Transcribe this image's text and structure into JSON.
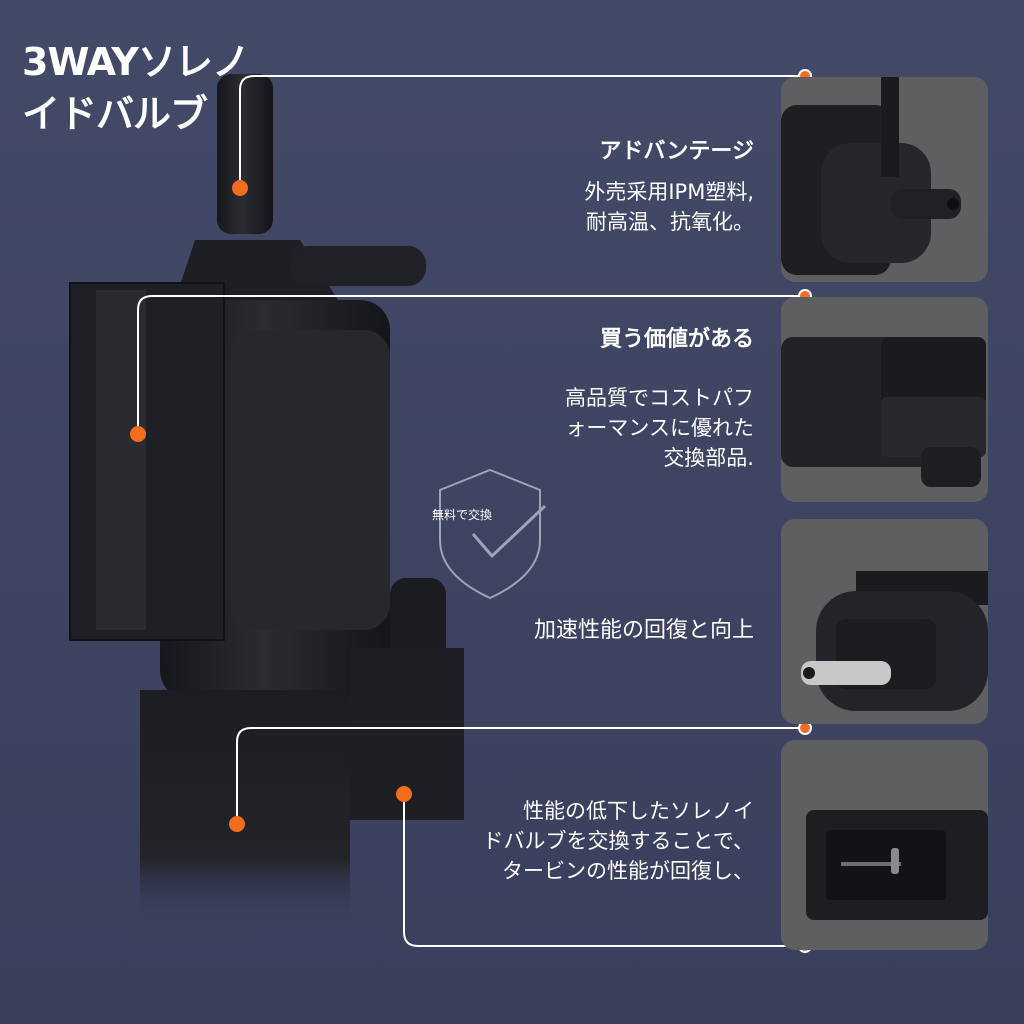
{
  "title": {
    "line1": "3WAYソレノ",
    "line2": "イドバルブ"
  },
  "features": [
    {
      "heading": "アドバンテージ",
      "lines": [
        "外売采用IPM塑料,",
        "耐高温、抗氧化。"
      ]
    },
    {
      "heading": "買う価値がある",
      "lines": [
        "高品質でコストパフ",
        "ォーマンスに優れた",
        "交換部品."
      ]
    },
    {
      "heading": "加速性能の回復と向上",
      "lines": []
    },
    {
      "heading": "",
      "lines": [
        "性能の低下したソレノイ",
        "ドバルブを交換することで、",
        "タービンの性能が回復し、"
      ]
    }
  ],
  "badge": {
    "label": "無料で交換",
    "icon": "shield-check-icon"
  },
  "colors": {
    "background": "#3e4462",
    "accent_dot": "#f26d1d",
    "panel": "#5d5d5f",
    "product": "#1f2024"
  }
}
